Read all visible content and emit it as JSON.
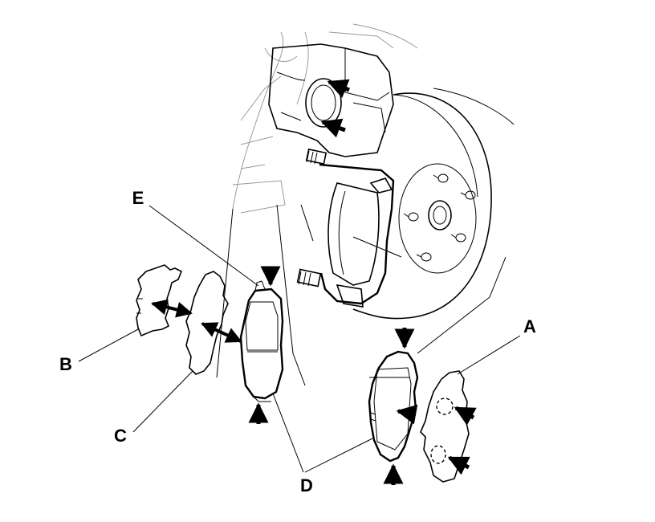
{
  "callouts": {
    "a": "A",
    "b": "B",
    "c": "C",
    "d": "D",
    "e": "E"
  },
  "icons": {
    "grease_arrow": "grease-point-arrow",
    "double_arrow": "apply-both-sides-arrow"
  },
  "colors": {
    "line": "#000000",
    "background": "#ffffff",
    "faint_line": "#9a9a9a"
  }
}
